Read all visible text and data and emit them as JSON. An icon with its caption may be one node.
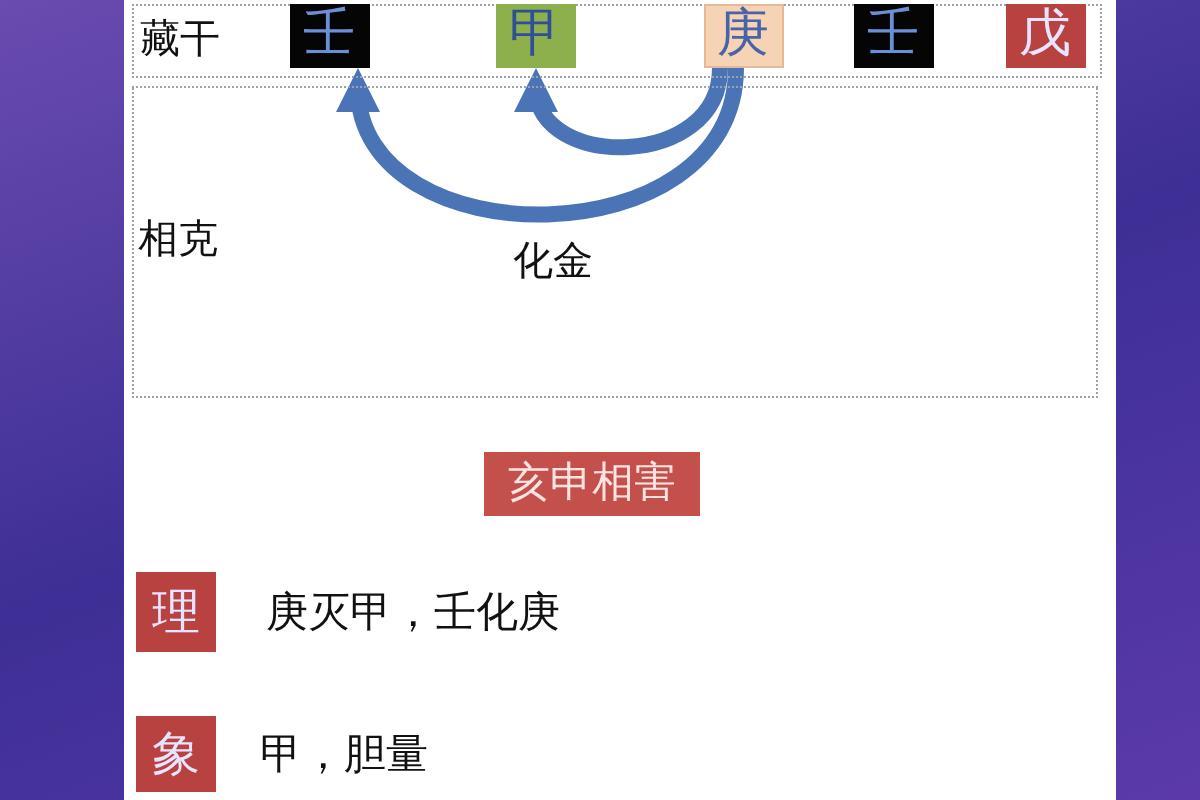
{
  "diagram": {
    "nodes": [
      {
        "text": [
          "藏干"
        ]
      },
      {
        "text": [
          "壬"
        ],
        "in": 0
      },
      {
        "text": [
          "甲"
        ],
        "in": 0
      },
      {
        "text": [
          "庚"
        ],
        "in": 0
      },
      {
        "text": [
          "壬"
        ],
        "in": 0
      },
      {
        "text": [
          "戊"
        ],
        "in": 0
      },
      {
        "text": [
          "亥申相害"
        ]
      },
      {
        "text": [
          "理"
        ],
        "beside": [
          "庚灭甲，壬化庚"
        ]
      },
      {
        "text": [
          "象"
        ],
        "beside": [
          "甲，胆量"
        ]
      }
    ],
    "edges": [
      {
        "from": 3,
        "to": 1,
        "arrow": "to",
        "label": "化金"
      },
      {
        "from": 3,
        "to": 2,
        "arrow": "to"
      }
    ],
    "labels": [
      "相克"
    ]
  }
}
